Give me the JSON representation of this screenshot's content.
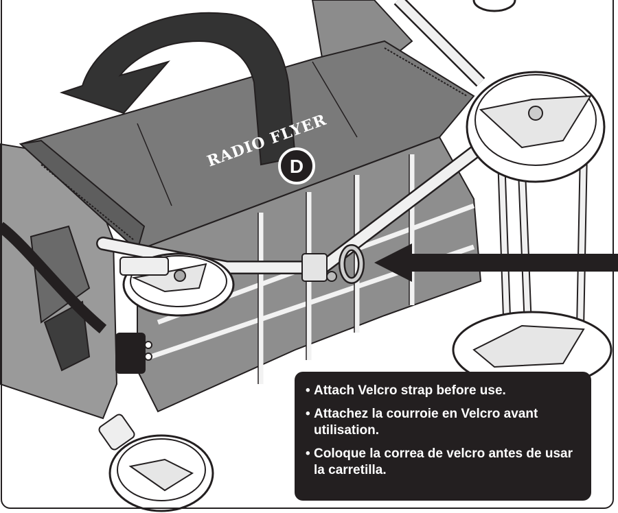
{
  "step_badge": "D",
  "brand_mark": "RADIO FLYER",
  "instructions": [
    "Attach Velcro strap before use.",
    "Attachez la courroie en Velcro avant utilisation.",
    "Coloque la correa de velcro antes de usar la carretilla."
  ],
  "colors": {
    "outline": "#231f20",
    "canopy": "#7a7a7a",
    "canopy_dark": "#5e5e5e",
    "fabric": "#9a9a9a",
    "frame_metal": "#e8e8e8",
    "callout_bg": "#231f20",
    "callout_text": "#ffffff"
  }
}
